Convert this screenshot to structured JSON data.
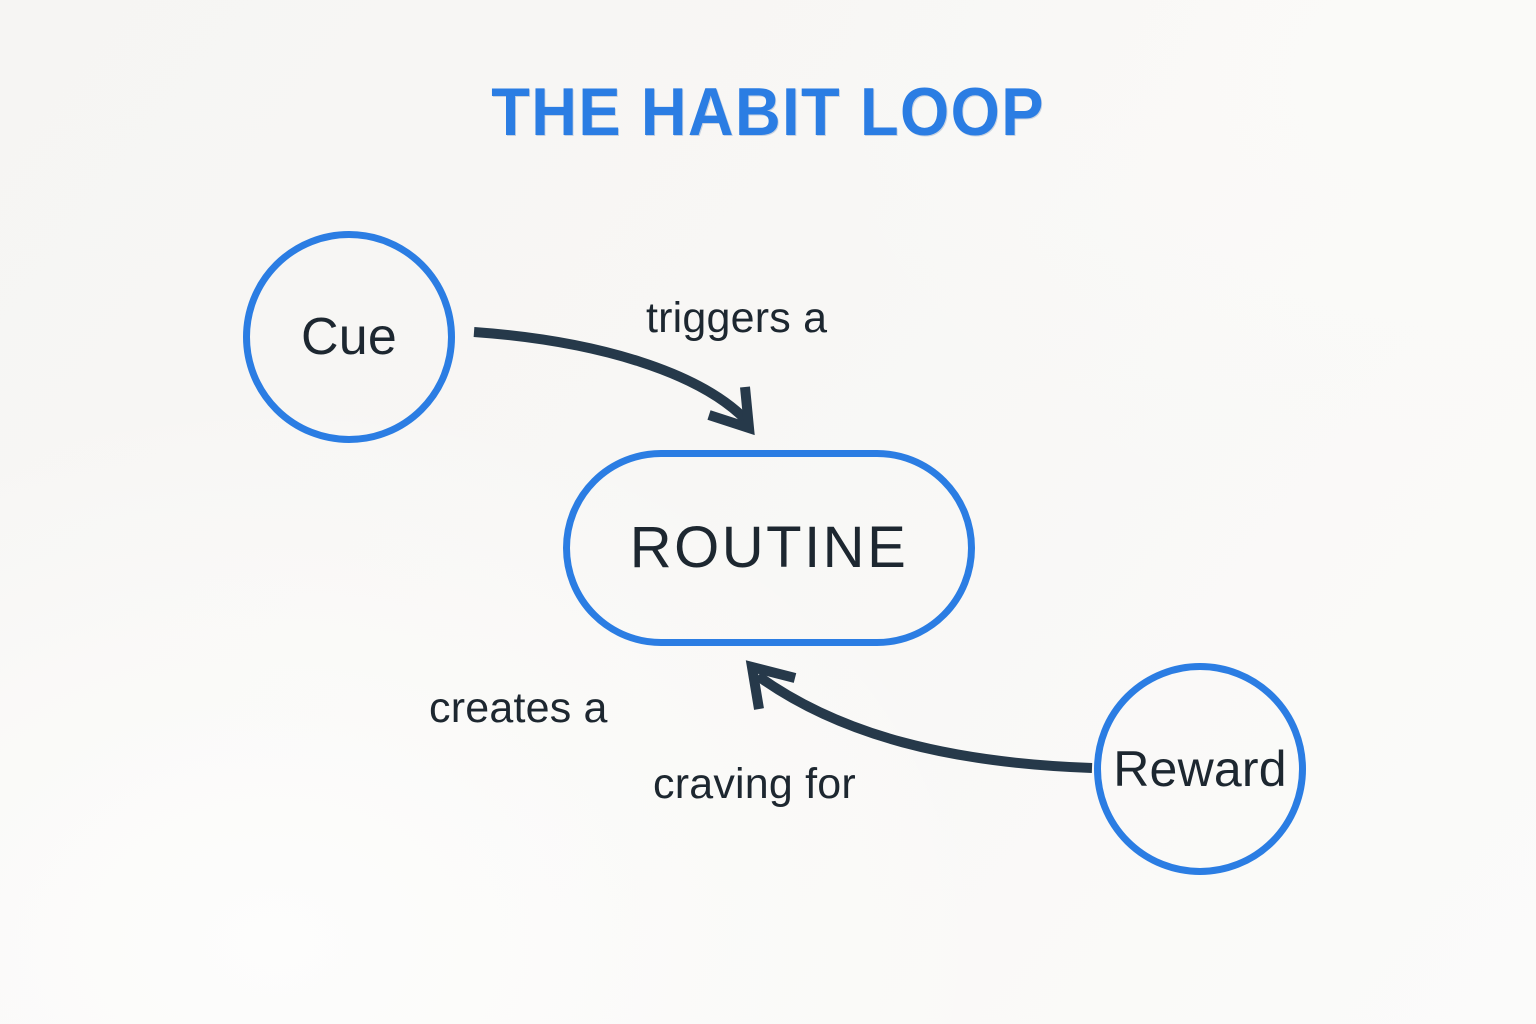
{
  "title": "THE HABIT LOOP",
  "colors": {
    "accent_blue": "#2b7de3",
    "text_dark": "#1d2730",
    "arrow_navy": "#26394a",
    "background": "#f8f7f5"
  },
  "nodes": {
    "cue": {
      "label": "Cue",
      "shape": "circle"
    },
    "routine": {
      "label": "ROUTINE",
      "shape": "pill"
    },
    "reward": {
      "label": "Reward",
      "shape": "circle"
    }
  },
  "connectors": {
    "cue_to_routine": {
      "label": "triggers a"
    },
    "routine_to_reward_line1": {
      "label": "creates a"
    },
    "routine_to_reward_line2": {
      "label": "craving for"
    }
  }
}
